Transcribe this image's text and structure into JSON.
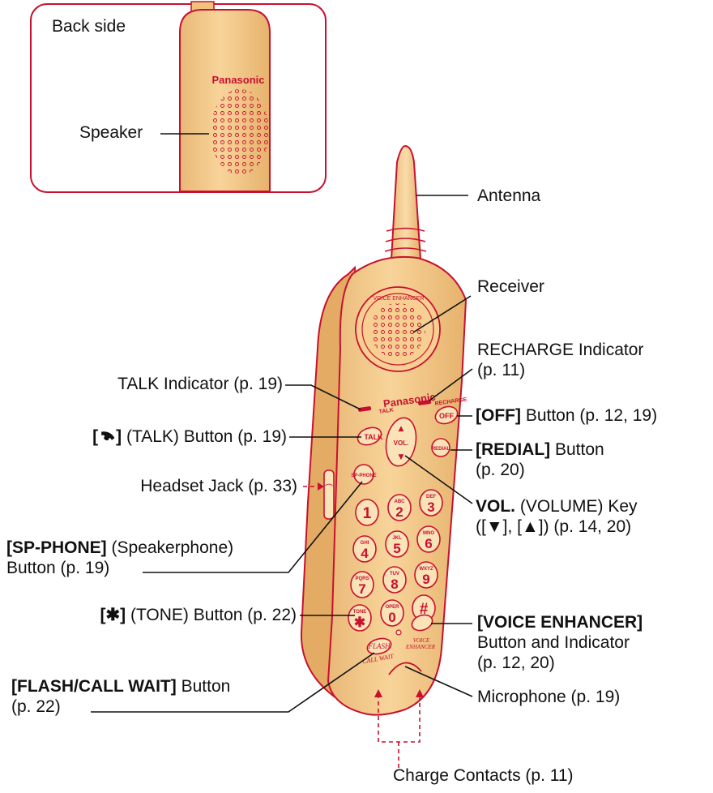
{
  "inset": {
    "title": "Back side",
    "brand": "Panasonic",
    "speaker_label": "Speaker"
  },
  "handset": {
    "brand": "Panasonic",
    "voice_enhancer_ring": "VOICE ENHANCER",
    "talk_small": "TALK",
    "recharge_small": "RECHARGE",
    "off_key": "OFF",
    "talk_key": "TALK",
    "vol_key": "VOL.",
    "redial_key": "REDIAL",
    "sp_phone_key": "SP-PHONE",
    "keys": [
      {
        "digit": "1",
        "letters": ""
      },
      {
        "digit": "2",
        "letters": "ABC"
      },
      {
        "digit": "3",
        "letters": "DEF"
      },
      {
        "digit": "4",
        "letters": "GHI"
      },
      {
        "digit": "5",
        "letters": "JKL"
      },
      {
        "digit": "6",
        "letters": "MNO"
      },
      {
        "digit": "7",
        "letters": "PQRS"
      },
      {
        "digit": "8",
        "letters": "TUV"
      },
      {
        "digit": "9",
        "letters": "WXYZ"
      },
      {
        "digit": "✱",
        "letters": "TONE"
      },
      {
        "digit": "0",
        "letters": "OPER"
      },
      {
        "digit": "#",
        "letters": ""
      }
    ],
    "flash_key": "FLASH",
    "call_wait": "CALL WAIT",
    "voice_enh_1": "VOICE",
    "voice_enh_2": "ENHANCER"
  },
  "callouts": {
    "antenna": "Antenna",
    "receiver": "Receiver",
    "recharge_1": "RECHARGE Indicator",
    "recharge_2": "(p. 11)",
    "off_bold": "[OFF]",
    "off_rest": " Button (p. 12, 19)",
    "redial_bold": "[REDIAL]",
    "redial_rest": " Button",
    "redial_2": "(p. 20)",
    "vol_bold": "VOL.",
    "vol_rest": " (VOLUME) Key",
    "vol_2a": "([",
    "vol_2b": "▼",
    "vol_2c": "], [",
    "vol_2d": "▲",
    "vol_2e": "]) (p. 14, 20)",
    "talk_indicator": "TALK Indicator (p. 19)",
    "talk_btn_bold_open": "[",
    "talk_btn_bold_close": "]",
    "talk_btn_rest": " (TALK) Button (p. 19)",
    "headset": "Headset Jack (p. 33)",
    "spphone_bold": "[SP-PHONE]",
    "spphone_rest": " (Speakerphone)",
    "spphone_2": "Button (p. 19)",
    "tone_bold_open": "[",
    "tone_star": "✱",
    "tone_bold_close": "]",
    "tone_rest": " (TONE) Button (p. 22)",
    "voiceenh_bold": "[VOICE ENHANCER]",
    "voiceenh_2": "Button and Indicator",
    "voiceenh_3": "(p. 12, 20)",
    "flash_bold": "[FLASH/CALL WAIT]",
    "flash_rest": " Button",
    "flash_2": "(p. 22)",
    "microphone": "Microphone (p. 19)",
    "charge": "Charge Contacts (p. 11)"
  },
  "colors": {
    "body": "#f4c98a",
    "outline": "#c8102e",
    "accent_red": "#c8102e"
  }
}
